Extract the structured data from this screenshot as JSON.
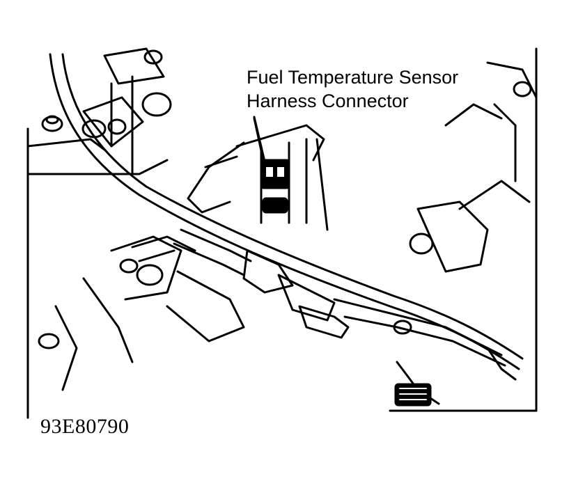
{
  "diagram": {
    "callout": {
      "line1": "Fuel Temperature Sensor",
      "line2": "Harness Connector"
    },
    "figure_id": "93E80790",
    "colors": {
      "ink": "#000000",
      "paper": "#ffffff"
    }
  }
}
